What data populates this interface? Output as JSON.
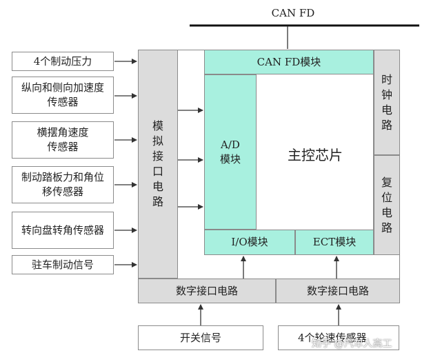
{
  "bus": {
    "label": "CAN FD"
  },
  "sensors": [
    {
      "label": "4个制动压力"
    },
    {
      "label": "纵向和侧向加速度\n传感器"
    },
    {
      "label": "横摆角速度\n传感器"
    },
    {
      "label": "制动踏板力和角位\n移传感器"
    },
    {
      "label": "转向盘转角传感器"
    },
    {
      "label": "驻车制动信号"
    }
  ],
  "analog_interface": {
    "label": "模\n拟\n接\n口\n电\n路"
  },
  "can_fd_module": {
    "label": "CAN FD模块"
  },
  "ad_module": {
    "label": "A/D\n模块"
  },
  "main_chip": {
    "label": "主控芯片"
  },
  "clock_circuit": {
    "label": "时\n钟\n电\n路"
  },
  "reset_circuit": {
    "label": "复\n位\n电\n路"
  },
  "io_module": {
    "label": "I/O模块"
  },
  "ect_module": {
    "label": "ECT模块"
  },
  "digital_interface": [
    {
      "label": "数字接口电路"
    },
    {
      "label": "数字接口电路"
    }
  ],
  "inputs": [
    {
      "label": "开关信号"
    },
    {
      "label": "4个轮速传感器"
    }
  ],
  "watermark": {
    "label": "知乎 @汽车人高工"
  }
}
